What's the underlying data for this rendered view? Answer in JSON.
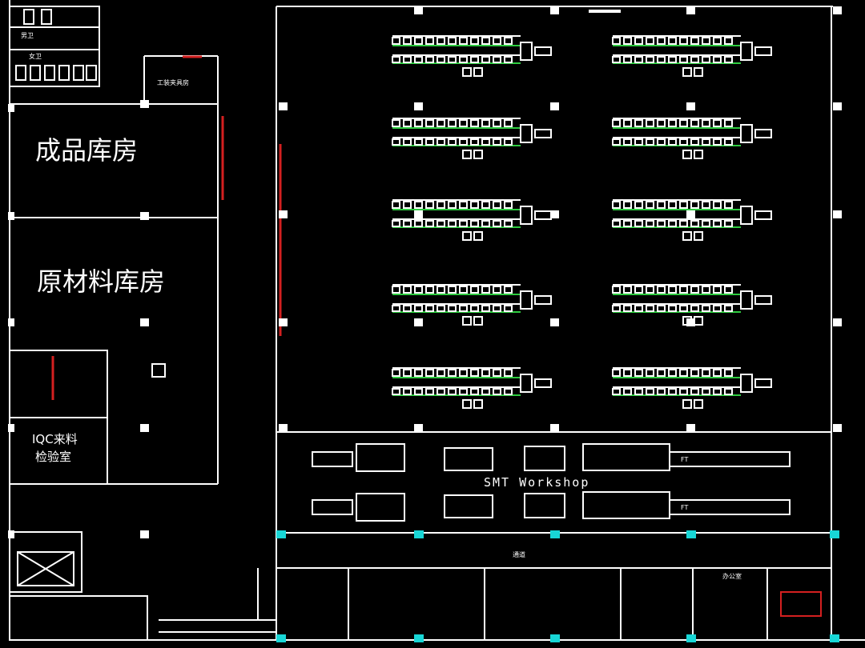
{
  "rooms": {
    "finished_goods": "成品库房",
    "raw_material": "原材料库房",
    "iqc_line1": "IQC来料",
    "iqc_line2": "检验室",
    "women_restroom": "女卫",
    "men_restroom": "男卫",
    "toolroom": "工装夹具房"
  },
  "smt": {
    "title": "SMT Workshop",
    "lane_labels": [
      "FT",
      "FT"
    ]
  },
  "bottom": {
    "corridor": "通道",
    "office": "办公室"
  },
  "colors": {
    "wall": "#ffffff",
    "line_green": "#2ecc40",
    "accent_red": "#d42020",
    "column_cyan": "#18d6d6"
  }
}
